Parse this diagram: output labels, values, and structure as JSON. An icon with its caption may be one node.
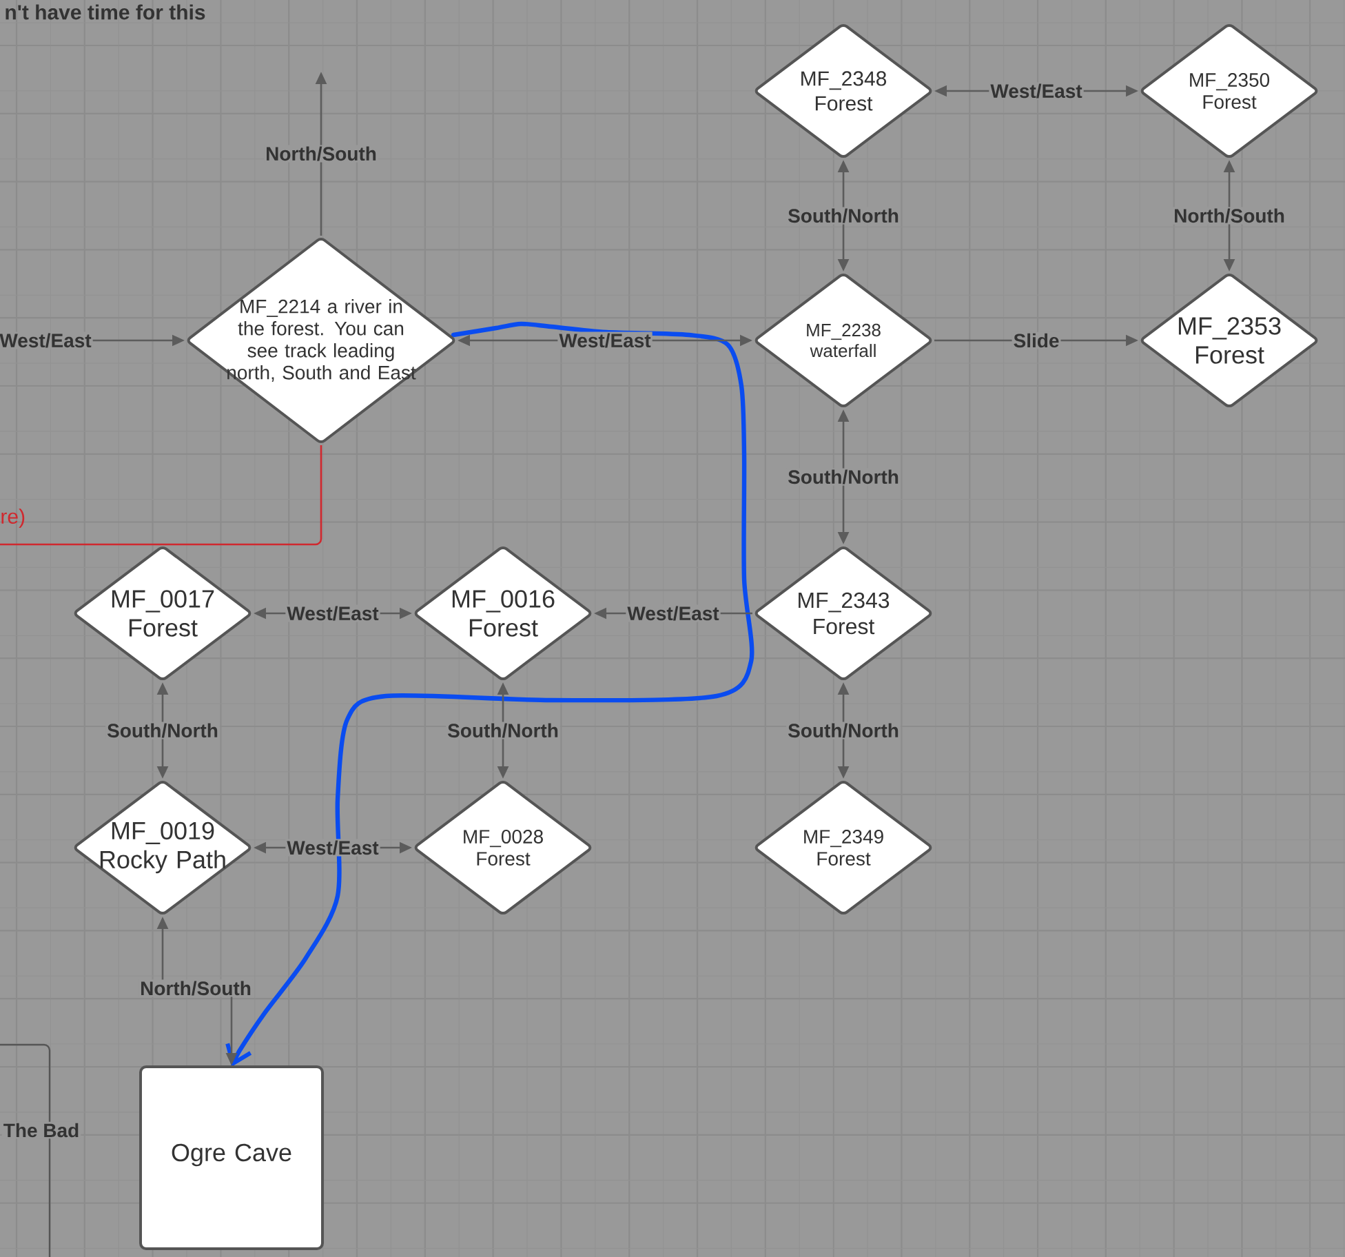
{
  "diagram": {
    "nodes": [
      {
        "text": [
          "MF_2348 Forest"
        ]
      },
      {
        "text": [
          "MF_2350 Forest"
        ]
      },
      {
        "text": [
          "MF_2214 a river in the forest. You can see track leading north, South and East"
        ]
      },
      {
        "text": [
          "MF_2238 waterfall"
        ]
      },
      {
        "text": [
          "MF_2353 Forest"
        ]
      },
      {
        "text": [
          "MF_0017 Forest"
        ]
      },
      {
        "text": [
          "MF_0016 Forest"
        ]
      },
      {
        "text": [
          "MF_2343 Forest"
        ]
      },
      {
        "text": [
          "MF_0019 Rocky Path"
        ]
      },
      {
        "text": [
          "MF_0028 Forest"
        ]
      },
      {
        "text": [
          "MF_2349 Forest"
        ]
      },
      {
        "text": [
          "Ogre Cave"
        ]
      },
      {
        "text": [
          "The Bad"
        ]
      }
    ],
    "edges": [
      {
        "from": 0,
        "to": 1,
        "arrow": "both",
        "label": "West/East"
      },
      {
        "from": 2,
        "to": null,
        "arrow": "to",
        "label": "North/South"
      },
      {
        "from": null,
        "to": 2,
        "arrow": "to",
        "label": "West/East"
      },
      {
        "from": 3,
        "to": 2,
        "arrow": "both",
        "label": "West/East"
      },
      {
        "from": 3,
        "to": 0,
        "arrow": "both",
        "label": "South/North"
      },
      {
        "from": 4,
        "to": 1,
        "arrow": "both",
        "label": "North/South"
      },
      {
        "from": 3,
        "to": 4,
        "arrow": "to",
        "label": "Slide"
      },
      {
        "from": 7,
        "to": 3,
        "arrow": "both",
        "label": "South/North"
      },
      {
        "from": 5,
        "to": 6,
        "arrow": "both",
        "label": "West/East"
      },
      {
        "from": 7,
        "to": 6,
        "arrow": "to",
        "label": "West/East"
      },
      {
        "from": 5,
        "to": 8,
        "arrow": "both",
        "label": "South/North"
      },
      {
        "from": 6,
        "to": 9,
        "arrow": "both",
        "label": "South/North"
      },
      {
        "from": 7,
        "to": 10,
        "arrow": "both",
        "label": "South/North"
      },
      {
        "from": 8,
        "to": 9,
        "arrow": "both",
        "label": "West/East"
      },
      {
        "from": 8,
        "to": 11,
        "arrow": "both",
        "label": "North/South"
      },
      {
        "from": 2,
        "to": null,
        "arrow": "none",
        "color": "#d0282e"
      },
      {
        "from": 2,
        "to": 11,
        "arrow": "to",
        "style": "thick",
        "color": "#0a4cf0"
      }
    ],
    "labels": [
      "n't have time for this",
      "re)"
    ]
  }
}
